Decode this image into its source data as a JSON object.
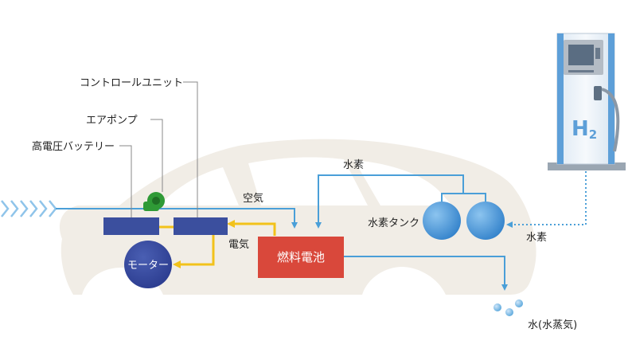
{
  "labels": {
    "control_unit": "コントロールユニット",
    "air_pump": "エアポンプ",
    "battery": "高電圧バッテリー",
    "hydrogen_top": "水素",
    "air": "空気",
    "electricity": "電気",
    "motor": "モーター",
    "fuel_cell": "燃料電池",
    "hydrogen_tank": "水素タンク",
    "hydrogen_station": "水素",
    "water": "水(水蒸気)",
    "h2": "H",
    "h2_sub": "2"
  },
  "colors": {
    "car_body": "#f1ede6",
    "window": "#ffffff",
    "blue_line": "#4a9fd8",
    "yellow_line": "#f2c21b",
    "fuel_cell": "#d9483b",
    "battery_block": "#3b4f9e",
    "motor": "#34479b",
    "tank": "#3d8fd6",
    "pump": "#2f9a36",
    "station_blue": "#5d9fd8"
  }
}
